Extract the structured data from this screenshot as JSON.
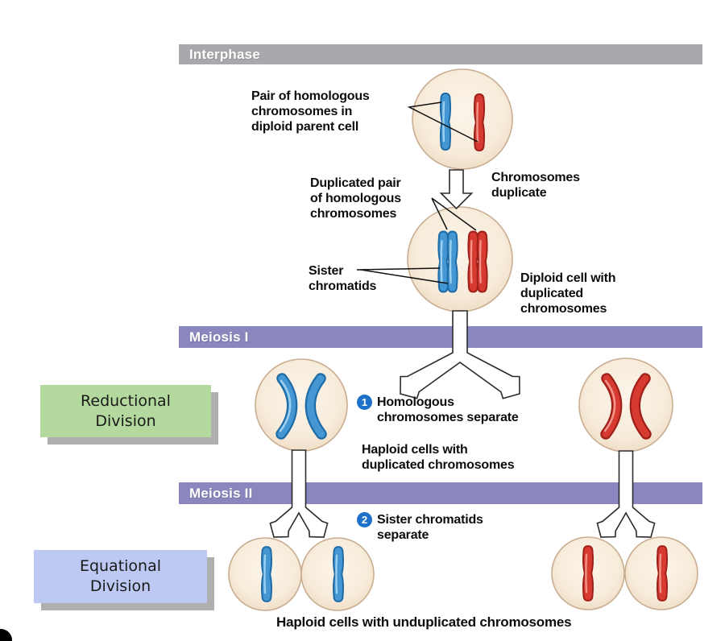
{
  "sections": {
    "interphase": "Interphase",
    "meiosis1": "Meiosis I",
    "meiosis2": "Meiosis II"
  },
  "labels": {
    "pair": {
      "lines": [
        "Pair of homologous",
        "chromosomes in",
        "diploid parent cell"
      ]
    },
    "chrom_dup": {
      "lines": [
        "Chromosomes",
        "duplicate"
      ]
    },
    "dup_pair": {
      "lines": [
        "Duplicated pair",
        "of homologous",
        "chromosomes"
      ]
    },
    "sister": {
      "lines": [
        "Sister",
        "chromatids"
      ]
    },
    "diploid_cell": {
      "lines": [
        "Diploid cell with",
        "duplicated",
        "chromosomes"
      ]
    },
    "haploid_dup": {
      "lines": [
        "Haploid cells with",
        "duplicated chromosomes"
      ]
    },
    "bottom": "Haploid cells with unduplicated chromosomes"
  },
  "steps": [
    {
      "num": "1",
      "lines": [
        "Homologous",
        "chromosomes separate"
      ]
    },
    {
      "num": "2",
      "lines": [
        "Sister chromatids",
        "separate"
      ]
    }
  ],
  "side_boxes": {
    "reductional": {
      "lines": [
        "Reductional",
        "Division"
      ]
    },
    "equational": {
      "lines": [
        "Equational",
        "Division"
      ]
    }
  },
  "colors": {
    "interphase_bar": "#a9a9ad",
    "meiosis_bar": "#8987bd",
    "reductional_box": "#b4d99e",
    "equational_box": "#bdc9f3",
    "chromosome_blue": "#4497d3",
    "chromosome_red": "#d73a30",
    "step_badge_blue": "#1d71c8",
    "cell_fill": "#f8ecdb",
    "cell_border": "#c9ad90"
  }
}
